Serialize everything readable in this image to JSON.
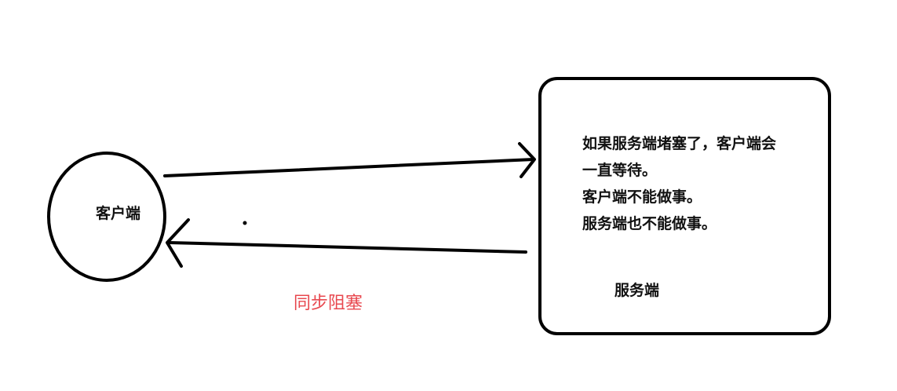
{
  "client": {
    "label": "客户端"
  },
  "server": {
    "label": "服务端",
    "note_lines": [
      "如果服务端堵塞了，客户端会",
      "一直等待。",
      "客户端不能做事。",
      "服务端也不能做事。"
    ]
  },
  "caption": {
    "text": "同步阻塞",
    "color": "#e8484f"
  },
  "colors": {
    "stroke": "#000000",
    "text": "#111111"
  }
}
